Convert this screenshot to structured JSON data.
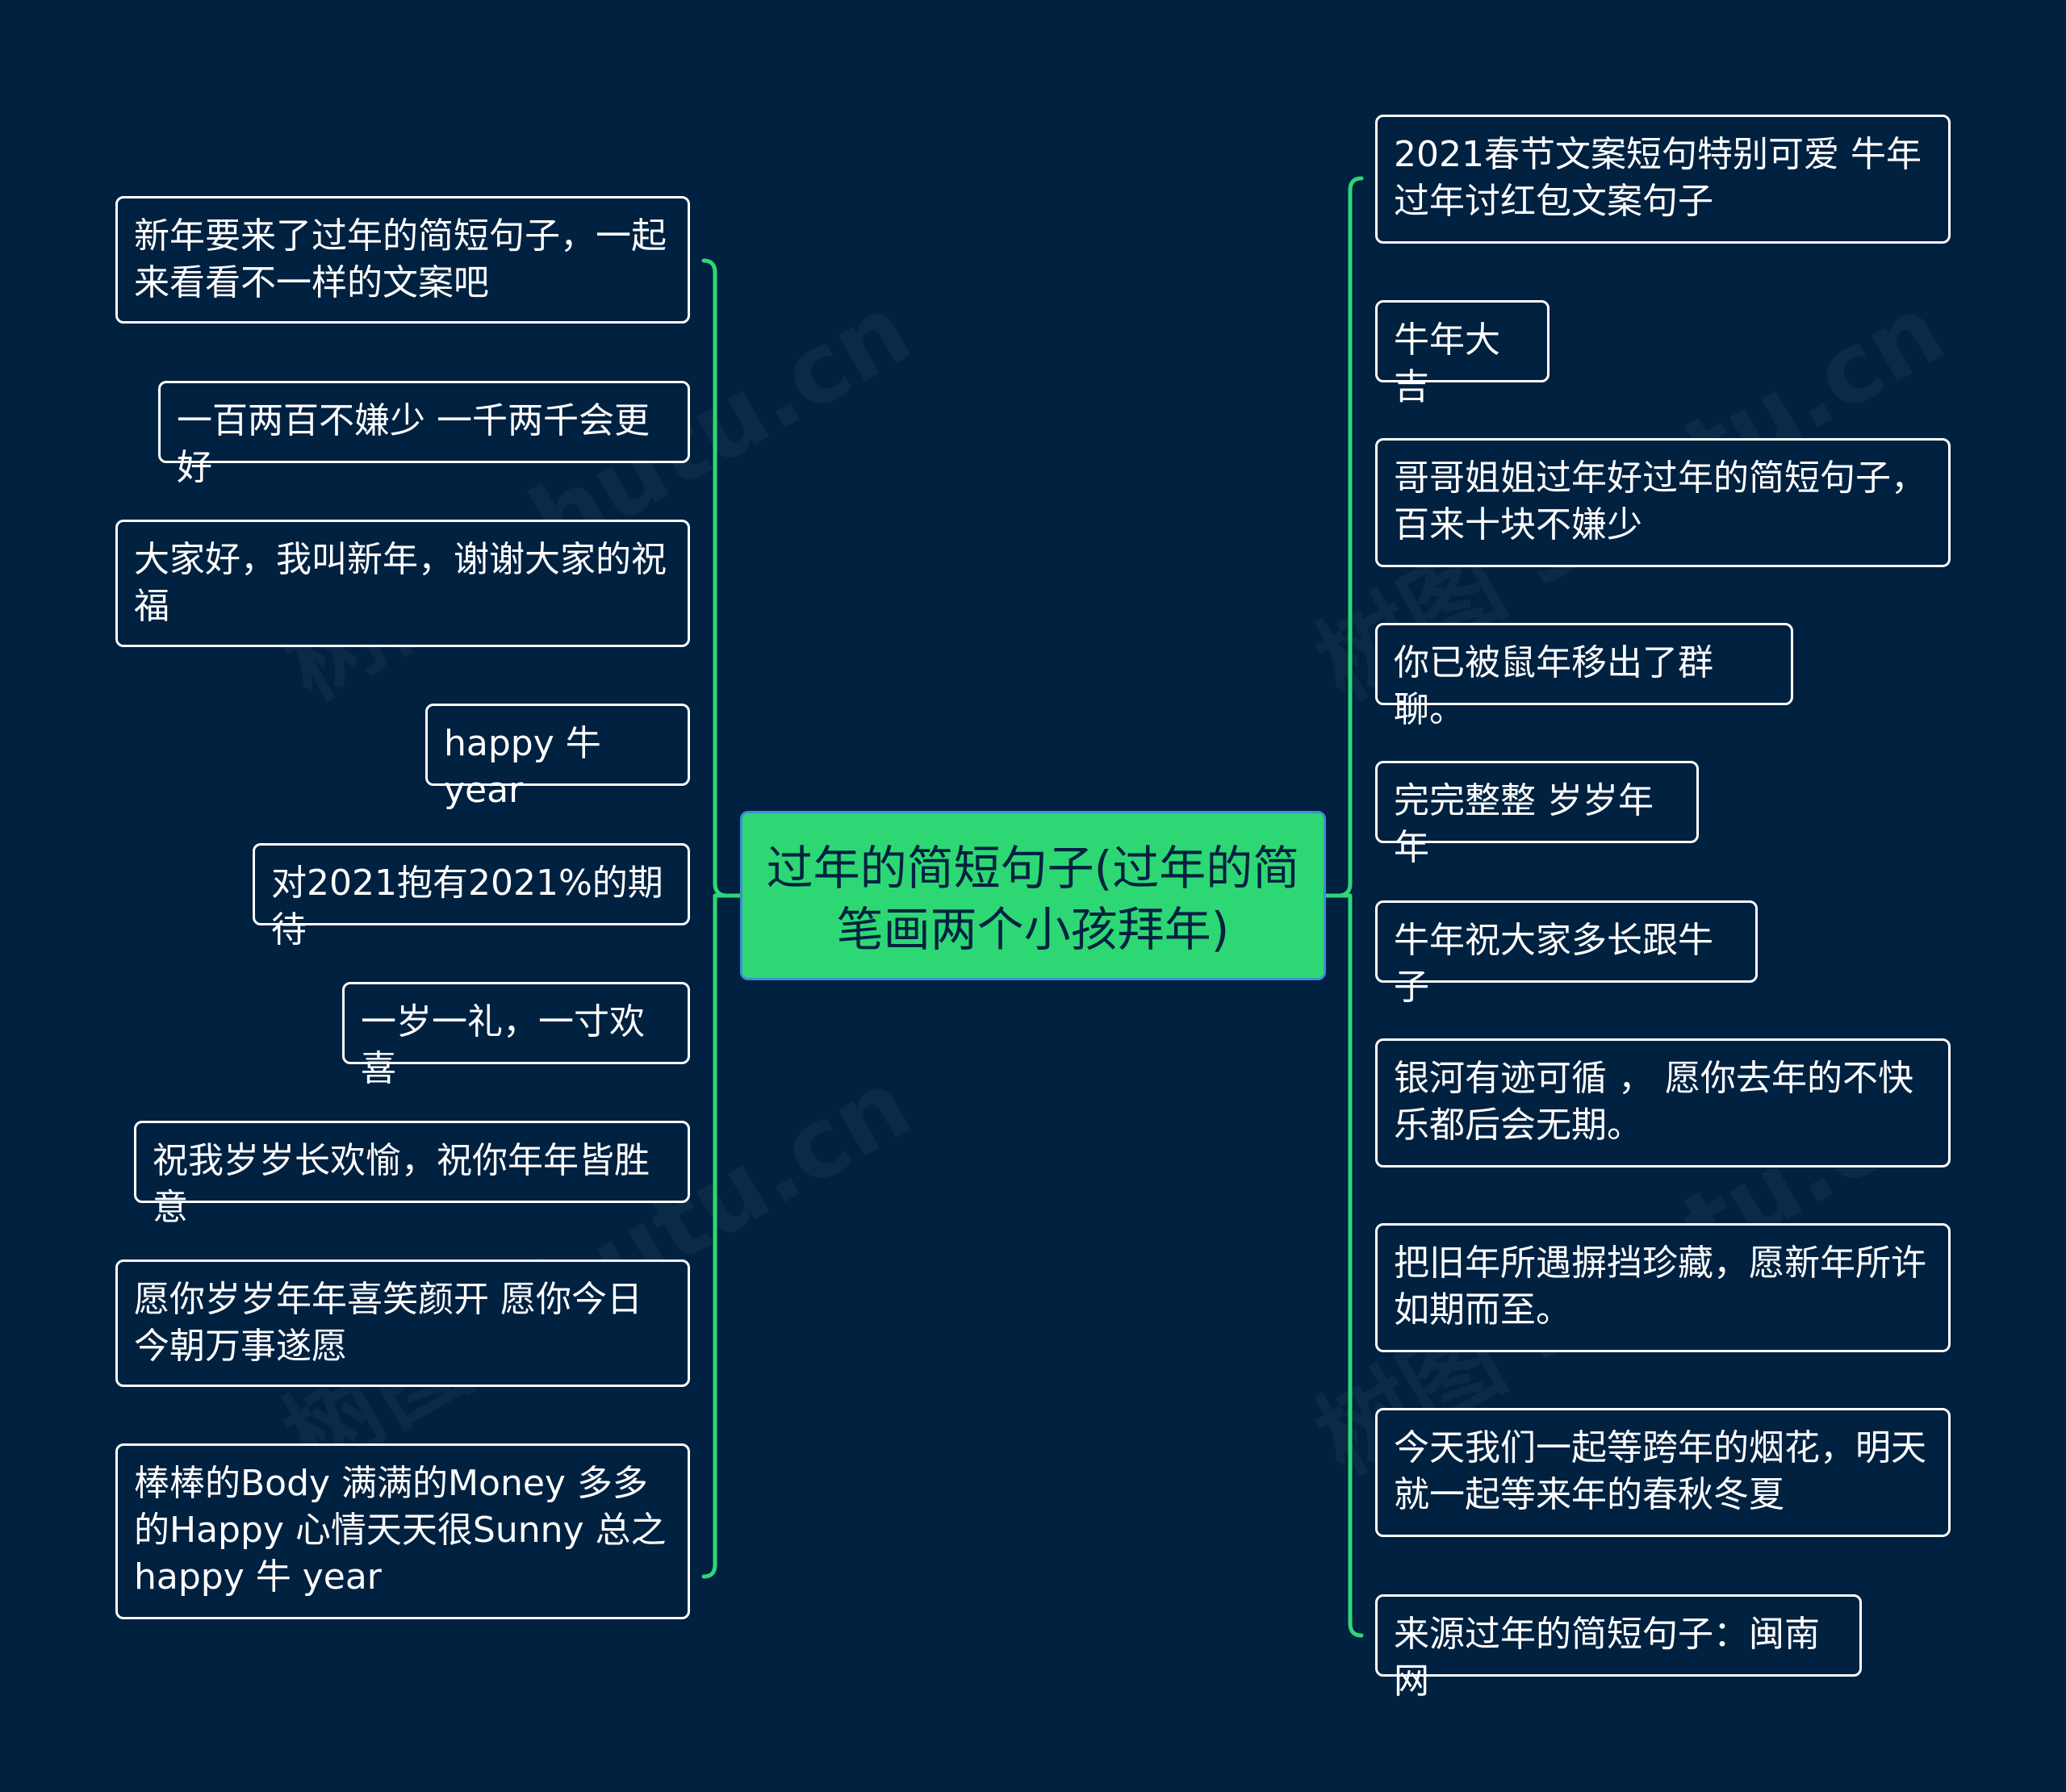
{
  "root": {
    "text": "过年的简短句子(过年的简笔画两个小孩拜年)"
  },
  "watermark": {
    "text": "树图 shutu.cn"
  },
  "colors": {
    "background": "#012140",
    "root_fill": "#2dd874",
    "root_border": "#3d8ed6",
    "connector": "#2dd874",
    "node_border": "#ffffff",
    "node_text": "#ffffff"
  },
  "left_nodes": [
    "新年要来了过年的简短句子，一起来看看不一样的文案吧",
    "一百两百不嫌少 一千两千会更好",
    "大家好，我叫新年，谢谢大家的祝福",
    "happy 牛 year",
    "对2021抱有2021%的期待",
    "一岁一礼，一寸欢喜",
    "祝我岁岁长欢愉，祝你年年皆胜意",
    "愿你岁岁年年喜笑颜开 愿你今日今朝万事遂愿",
    "棒棒的Body 满满的Money 多多的Happy 心情天天很Sunny 总之happy 牛 year"
  ],
  "right_nodes": [
    "2021春节文案短句特别可爱 牛年过年讨红包文案句子",
    "牛年大吉",
    "哥哥姐姐过年好过年的简短句子，百来十块不嫌少",
    "你已被鼠年移出了群聊。",
    "完完整整 岁岁年年",
    "牛年祝大家多长跟牛子",
    "银河有迹可循 ， 愿你去年的不快乐都后会无期。",
    "把旧年所遇摒挡珍藏，愿新年所许如期而至。",
    "今天我们一起等跨年的烟花，明天就一起等来年的春秋冬夏",
    "来源过年的简短句子：闽南网"
  ]
}
